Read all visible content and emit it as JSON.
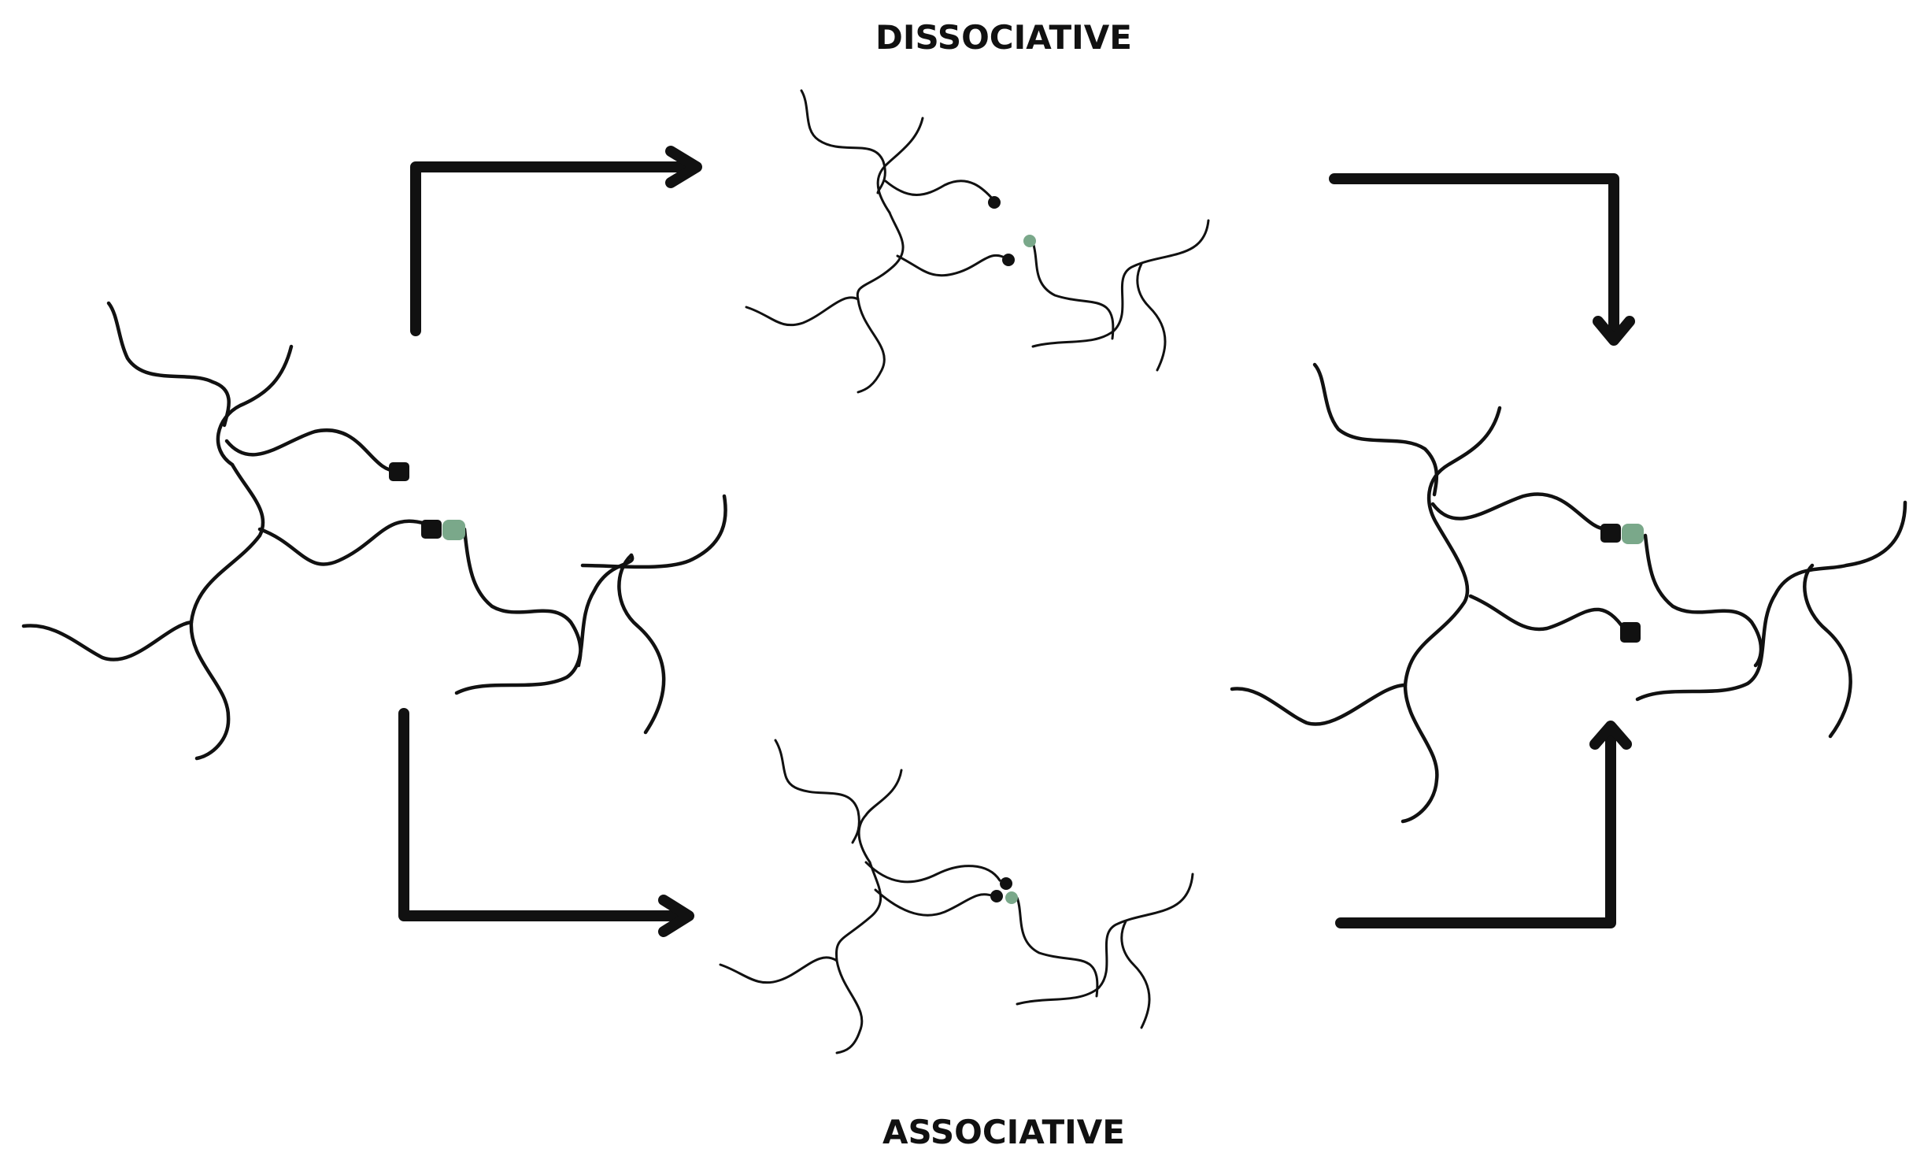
{
  "labels": {
    "top": "DISSOCIATIVE",
    "bottom": "ASSOCIATIVE"
  },
  "colors": {
    "strand": "#111111",
    "end_group_black": "#111111",
    "end_group_green": "#7aa88a",
    "background": "#ffffff"
  },
  "diagram": {
    "kind": "bond-exchange-pathways",
    "states": [
      "initial-network",
      "dissociative-intermediate",
      "associative-intermediate",
      "final-network"
    ]
  }
}
